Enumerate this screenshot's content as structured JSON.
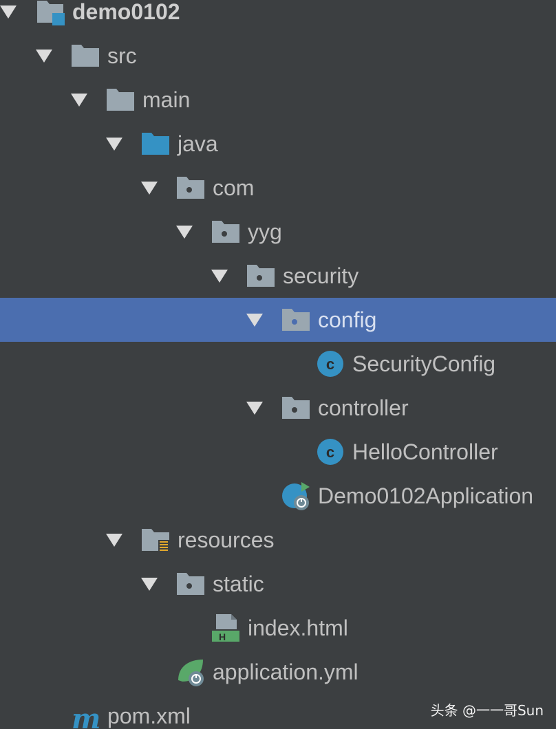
{
  "project_tree": {
    "root": {
      "label": "demo0102"
    },
    "src": {
      "label": "src"
    },
    "main": {
      "label": "main"
    },
    "java": {
      "label": "java"
    },
    "com": {
      "label": "com"
    },
    "yyg": {
      "label": "yyg"
    },
    "security": {
      "label": "security"
    },
    "config": {
      "label": "config",
      "selected": true
    },
    "security_config": {
      "label": "SecurityConfig"
    },
    "controller": {
      "label": "controller"
    },
    "hello_controller": {
      "label": "HelloController"
    },
    "application_class": {
      "label": "Demo0102Application"
    },
    "resources": {
      "label": "resources"
    },
    "static": {
      "label": "static"
    },
    "index_html": {
      "label": "index.html"
    },
    "application_yml": {
      "label": "application.yml"
    },
    "pom": {
      "label": "pom.xml"
    }
  },
  "icons": {
    "folder": "folder-icon",
    "source_folder": "source-root-folder-icon",
    "package": "package-folder-icon",
    "resources": "resources-folder-icon",
    "class": "java-class-icon",
    "spring_app": "spring-boot-application-icon",
    "html": "html-file-icon",
    "yml": "spring-yml-icon",
    "maven": "maven-icon",
    "module": "module-icon"
  },
  "colors": {
    "background": "#3c3f41",
    "selection": "#4b6eaf",
    "text": "#c0c0c0",
    "folder": "#9aa7b0",
    "source_folder": "#3592c4",
    "class_icon": "#3592c4"
  },
  "watermark": {
    "text": "头条 @一一哥Sun"
  }
}
